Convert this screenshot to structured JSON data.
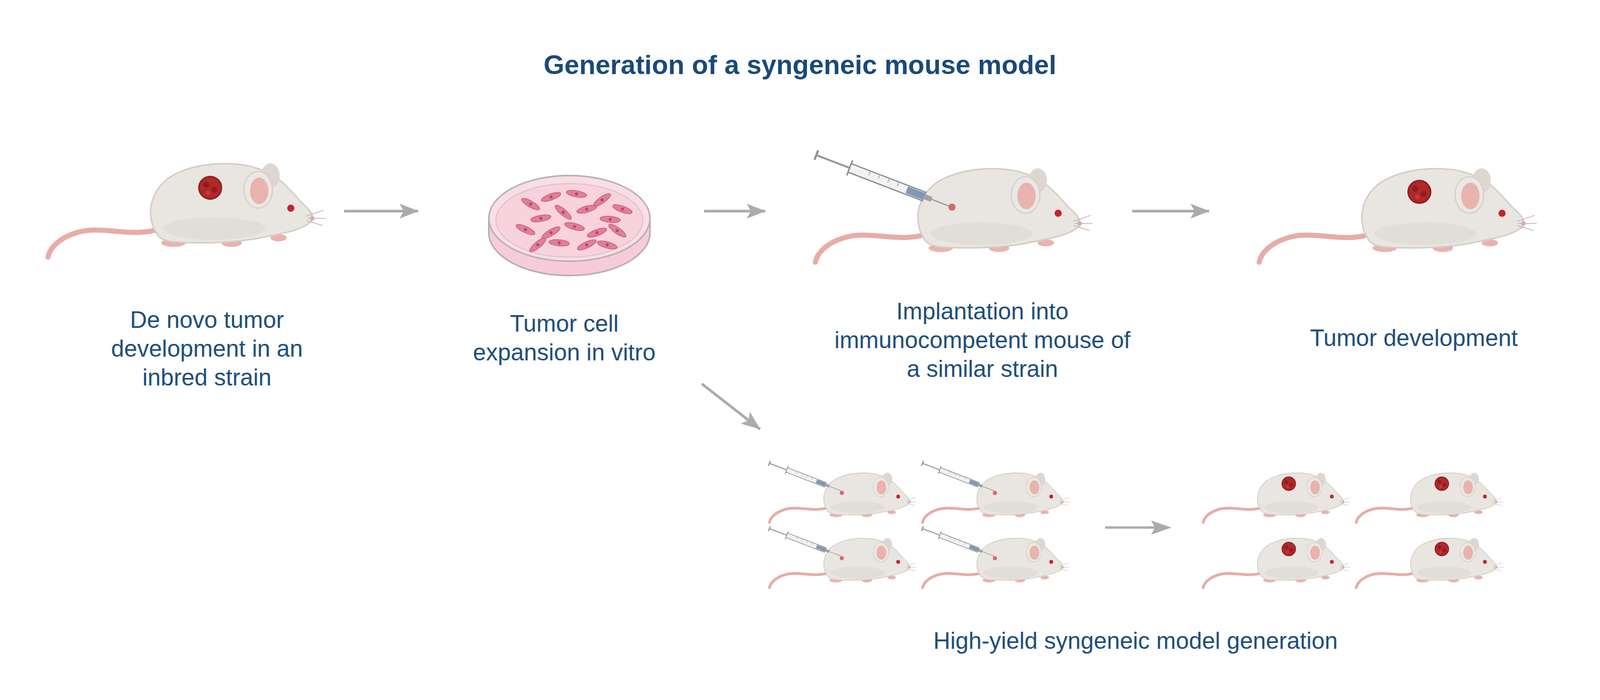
{
  "diagram": {
    "title": "Generation of a syngeneic mouse model",
    "nodes": [
      {
        "text": [
          "De novo tumor development in an inbred strain"
        ]
      },
      {
        "text": [
          "Tumor cell expansion in vitro"
        ]
      },
      {
        "text": [
          "Implantation into immunocompetent mouse of a similar strain"
        ]
      },
      {
        "text": [
          "Tumor development"
        ]
      },
      {
        "text": [
          "High-yield syngeneic model generation"
        ]
      }
    ],
    "edges": [
      {
        "from": 0,
        "to": 1,
        "arrow": "to"
      },
      {
        "from": 1,
        "to": 2,
        "arrow": "to"
      },
      {
        "from": 2,
        "to": 3,
        "arrow": "to"
      },
      {
        "from": 1,
        "to": 4,
        "arrow": "to"
      }
    ]
  }
}
